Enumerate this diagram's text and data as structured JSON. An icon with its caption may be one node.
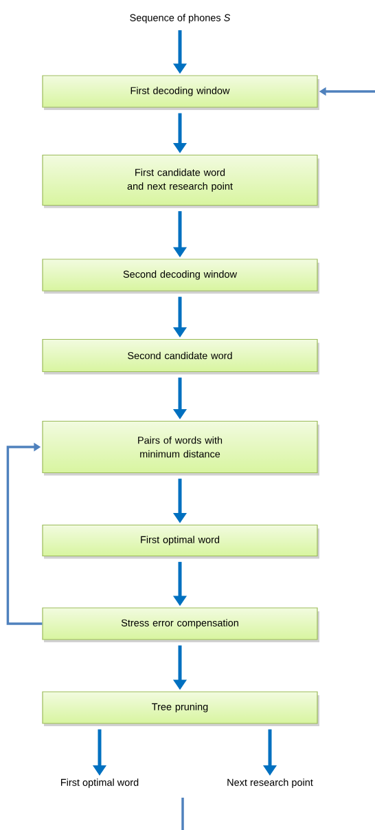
{
  "diagram": {
    "nodes": [
      {
        "text": [
          "Sequence of phones *S*"
        ]
      },
      {
        "text": [
          "First decoding window"
        ]
      },
      {
        "text": [
          "First candidate word and next research point"
        ]
      },
      {
        "text": [
          "Second decoding window"
        ]
      },
      {
        "text": [
          "Second candidate word"
        ]
      },
      {
        "text": [
          "Pairs of words with minimum distance"
        ]
      },
      {
        "text": [
          "First optimal word"
        ]
      },
      {
        "text": [
          "Stress error compensation"
        ]
      },
      {
        "text": [
          "Tree pruning"
        ]
      },
      {
        "text": [
          "First optimal word"
        ]
      },
      {
        "text": [
          "Next research point"
        ]
      }
    ],
    "edges": [
      {
        "from": 0,
        "to": 1,
        "arrow": "to"
      },
      {
        "from": null,
        "to": 1,
        "arrow": "to",
        "color": "#4f81bd"
      },
      {
        "from": 1,
        "to": 2,
        "arrow": "to"
      },
      {
        "from": 2,
        "to": 3,
        "arrow": "to"
      },
      {
        "from": 3,
        "to": 4,
        "arrow": "to"
      },
      {
        "from": 4,
        "to": 5,
        "arrow": "to"
      },
      {
        "from": 5,
        "to": 6,
        "arrow": "to"
      },
      {
        "from": 6,
        "to": 7,
        "arrow": "to"
      },
      {
        "from": 7,
        "to": 5,
        "arrow": "to",
        "color": "#4f81bd"
      },
      {
        "from": 7,
        "to": 8,
        "arrow": "to"
      },
      {
        "from": 8,
        "to": 9,
        "arrow": "to"
      },
      {
        "from": 8,
        "to": 10,
        "arrow": "to"
      }
    ]
  }
}
